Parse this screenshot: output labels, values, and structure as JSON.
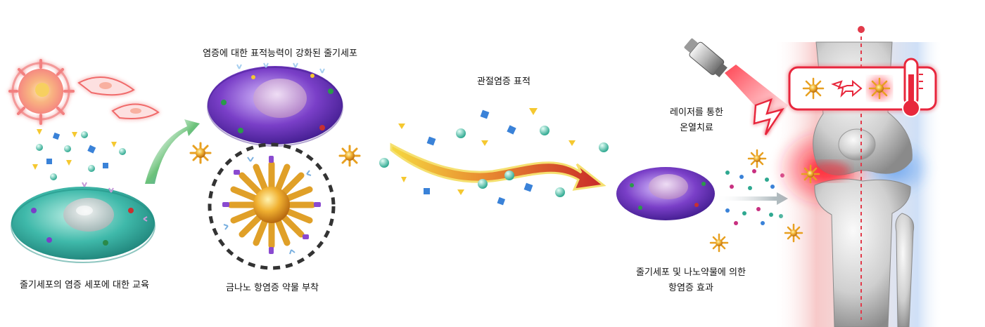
{
  "labels": {
    "education": "줄기세포의 염증 세포에 대한 교육",
    "enhanced_targeting": "염증에 대한 표적능력이 강화된 줄기세포",
    "gold_nano_attach": "금나노 항염증 약물 부착",
    "joint_targeting": "관절염증 표적",
    "laser_line1": "레이저를 통한",
    "laser_line2": "온열치료",
    "effect_line1": "줄기세포 및 나노약물에 의한",
    "effect_line2": "항염증 효과"
  },
  "colors": {
    "stem_cell_teal": "#3fb9aa",
    "stem_cell_purple": "#7a3fc8",
    "gold_nano": "#e8a020",
    "inflammation_red": "#e8283c",
    "cool_blue": "#6aa8f0",
    "arrow_red": "#d83030",
    "arrow_yellow": "#f5d840"
  }
}
